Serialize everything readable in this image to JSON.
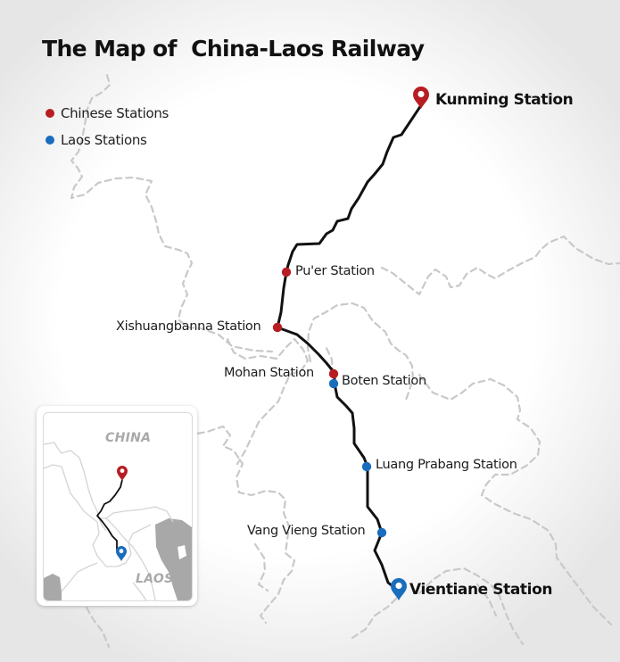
{
  "title": "The Map of  China-Laos Railway",
  "colors": {
    "chinese_station": "#b81d24",
    "laos_station": "#1a6cbd",
    "railway_line": "#111111",
    "border_dashed": "#c8c8c8",
    "inset_gray": "#a8a8a8"
  },
  "legend": {
    "items": [
      {
        "label": "Chinese Stations",
        "color": "#b81d24",
        "icon": "red-dot-icon"
      },
      {
        "label": "Laos Stations",
        "color": "#1a6cbd",
        "icon": "blue-dot-icon"
      }
    ]
  },
  "stations": [
    {
      "name": "Kunming Station",
      "country": "China",
      "marker": "map-pin-icon",
      "terminal": true
    },
    {
      "name": "Pu'er Station",
      "country": "China",
      "marker": "dot"
    },
    {
      "name": "Xishuangbanna Station",
      "country": "China",
      "marker": "dot"
    },
    {
      "name": "Mohan Station",
      "country": "China",
      "marker": "dot"
    },
    {
      "name": "Boten Station",
      "country": "Laos",
      "marker": "dot"
    },
    {
      "name": "Luang Prabang Station",
      "country": "Laos",
      "marker": "dot"
    },
    {
      "name": "Vang Vieng Station",
      "country": "Laos",
      "marker": "dot"
    },
    {
      "name": "Vientiane Station",
      "country": "Laos",
      "marker": "map-pin-icon",
      "terminal": true
    }
  ],
  "inset": {
    "labels": {
      "china": "CHINA",
      "laos": "LAOS"
    }
  }
}
